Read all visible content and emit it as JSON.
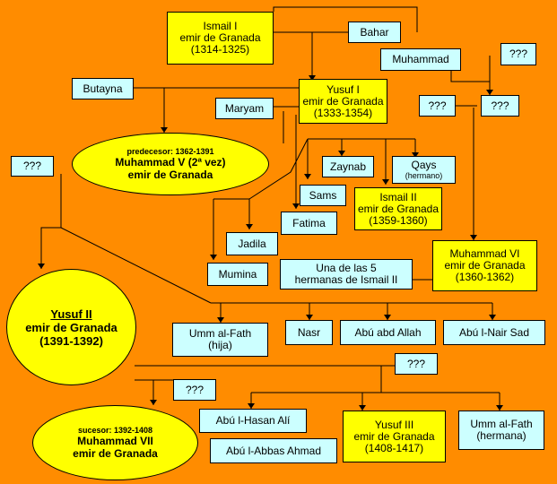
{
  "nodes": {
    "ismail1": {
      "name": "Ismail I",
      "title": "emir de Granada",
      "years": "(1314-1325)"
    },
    "bahar": {
      "name": "Bahar"
    },
    "muhammad": {
      "name": "Muhammad"
    },
    "unknown_1": {
      "name": "???"
    },
    "butayna": {
      "name": "Butayna"
    },
    "yusuf1": {
      "name": "Yusuf I",
      "title": "emir de Granada",
      "years": "(1333-1354)"
    },
    "maryam": {
      "name": "Maryam"
    },
    "unknown_2": {
      "name": "???"
    },
    "unknown_3": {
      "name": "???"
    },
    "muhammad5": {
      "caption": "predecesor: 1362-1391",
      "name": "Muhammad V (2ª vez)",
      "title": "emir de Granada"
    },
    "unknown_4": {
      "name": "???"
    },
    "zaynab": {
      "name": "Zaynab"
    },
    "qays": {
      "name": "Qays",
      "note": "(hermano)"
    },
    "sams": {
      "name": "Sams"
    },
    "ismail2": {
      "name": "Ismail II",
      "title": "emir de Granada",
      "years": "(1359-1360)"
    },
    "fatima": {
      "name": "Fatima"
    },
    "jadila": {
      "name": "Jadila"
    },
    "mumina": {
      "name": "Mumina"
    },
    "sister": {
      "line1": "Una de las 5",
      "line2": "hermanas de Ismail II"
    },
    "muhammad6": {
      "name": "Muhammad VI",
      "title": "emir de Granada",
      "years": "(1360-1362)"
    },
    "yusuf2": {
      "name": "Yusuf II",
      "title": "emir de Granada",
      "years": "(1391-1392)"
    },
    "umm1": {
      "name": "Umm al-Fath",
      "note": "(hija)"
    },
    "nasr": {
      "name": "Nasr"
    },
    "abu_abd": {
      "name": "Abú abd Allah"
    },
    "abu_nair": {
      "name": "Abú l-Nair Sad"
    },
    "unknown_5": {
      "name": "???"
    },
    "unknown_6": {
      "name": "???"
    },
    "abu_hasan": {
      "name": "Abú l-Hasan Alí"
    },
    "yusuf3": {
      "name": "Yusuf III",
      "title": "emir de Granada",
      "years": "(1408-1417)"
    },
    "umm2": {
      "name": "Umm al-Fath",
      "note": "(hermana)"
    },
    "abu_abbas": {
      "name": "Abú l-Abbas Ahmad"
    },
    "muhammad7": {
      "caption": "sucesor: 1392-1408",
      "name": "Muhammad VII",
      "title": "emir de Granada"
    }
  },
  "colors": {
    "background": "#ff8c00",
    "ruler_box": "#ffff00",
    "person_box": "#ccffff",
    "line": "#000000"
  }
}
